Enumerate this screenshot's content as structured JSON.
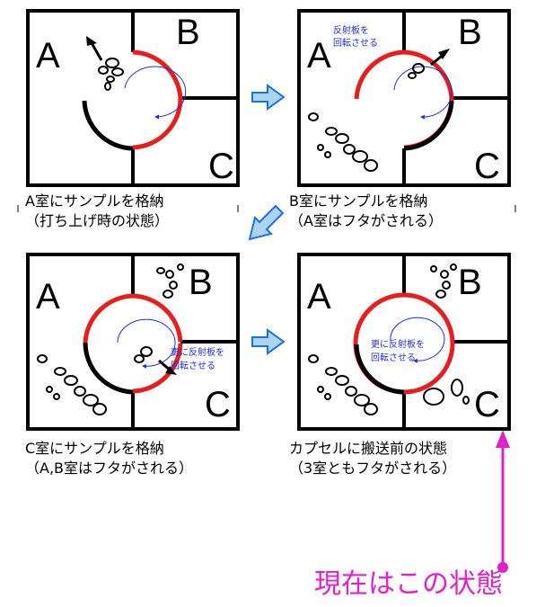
{
  "colors": {
    "reflector": "#e51e1e",
    "arrow_blue": "#1f6fe8",
    "indicator": "#e020c8",
    "rotate_text": "#1f2fd8"
  },
  "panels": [
    {
      "rooms": [
        "A",
        "B",
        "C"
      ],
      "rotate_note": "",
      "caption": [
        "A室にサンプルを格納",
        "（打ち上げ時の状態）"
      ]
    },
    {
      "rooms": [
        "A",
        "B",
        "C"
      ],
      "rotate_note": [
        "反射板を",
        "回転させる"
      ],
      "caption": [
        "B室にサンプルを格納",
        "（A室はフタがされる）"
      ]
    },
    {
      "rooms": [
        "A",
        "B",
        "C"
      ],
      "rotate_note": [
        "更に反射板を",
        "回転させる"
      ],
      "caption": [
        "C室にサンプルを格納",
        "（A,B室はフタがされる）"
      ]
    },
    {
      "rooms": [
        "A",
        "B",
        "C"
      ],
      "rotate_note": [
        "更に反射板を",
        "回転させる"
      ],
      "caption": [
        "カプセルに搬送前の状態",
        "（3室ともフタがされる）"
      ]
    }
  ],
  "status_label": "現在はこの状態"
}
